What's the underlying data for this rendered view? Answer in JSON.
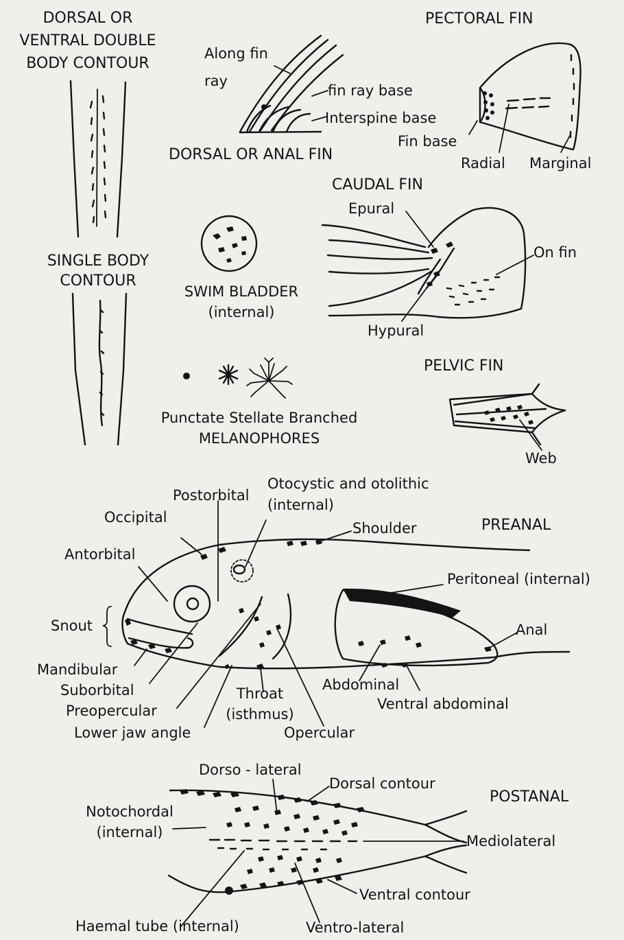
{
  "labels": {
    "double_contour": "DORSAL OR\nVENTRAL DOUBLE\nBODY CONTOUR",
    "pectoral_fin": "PECTORAL FIN",
    "along_fin": "Along fin\nray",
    "fin_ray_base": "fin ray base",
    "interspine_base": "Interspine base",
    "fin_base": "Fin base",
    "radial": "Radial",
    "marginal": "Marginal",
    "dorsal_anal_fin": "DORSAL OR ANAL FIN",
    "caudal_fin": "CAUDAL FIN",
    "epural": "Epural",
    "on_fin": "On fin",
    "hypural": "Hypural",
    "single_contour": "SINGLE BODY\nCONTOUR",
    "swim_bladder": "SWIM BLADDER\n(internal)",
    "melanophores": "Punctate Stellate Branched\nMELANOPHORES",
    "pelvic_fin": "PELVIC FIN",
    "web": "Web",
    "otocystic": "Otocystic and otolithic\n(internal)",
    "postorbital": "Postorbital",
    "occipital": "Occipital",
    "shoulder": "Shoulder",
    "preanal": "PREANAL",
    "antorbital": "Antorbital",
    "peritoneal": "Peritoneal  (internal)",
    "snout": "Snout",
    "anal": "Anal",
    "mandibular": "Mandibular",
    "suborbital": "Suborbital",
    "preopercular": "Preopercular",
    "lower_jaw_angle": "Lower jaw angle",
    "throat": "Throat\n(isthmus)",
    "abdominal": "Abdominal",
    "ventral_abdominal": "Ventral abdominal",
    "opercular": "Opercular",
    "dorso_lateral": "Dorso - lateral",
    "dorsal_contour": "Dorsal contour",
    "postanal": "POSTANAL",
    "notochordal": "Notochordal\n(internal)",
    "mediolateral": "Mediolateral",
    "ventral_contour": "Ventral contour",
    "haemal_tube": "Haemal tube (internal)",
    "ventro_lateral": "Ventro-lateral"
  }
}
